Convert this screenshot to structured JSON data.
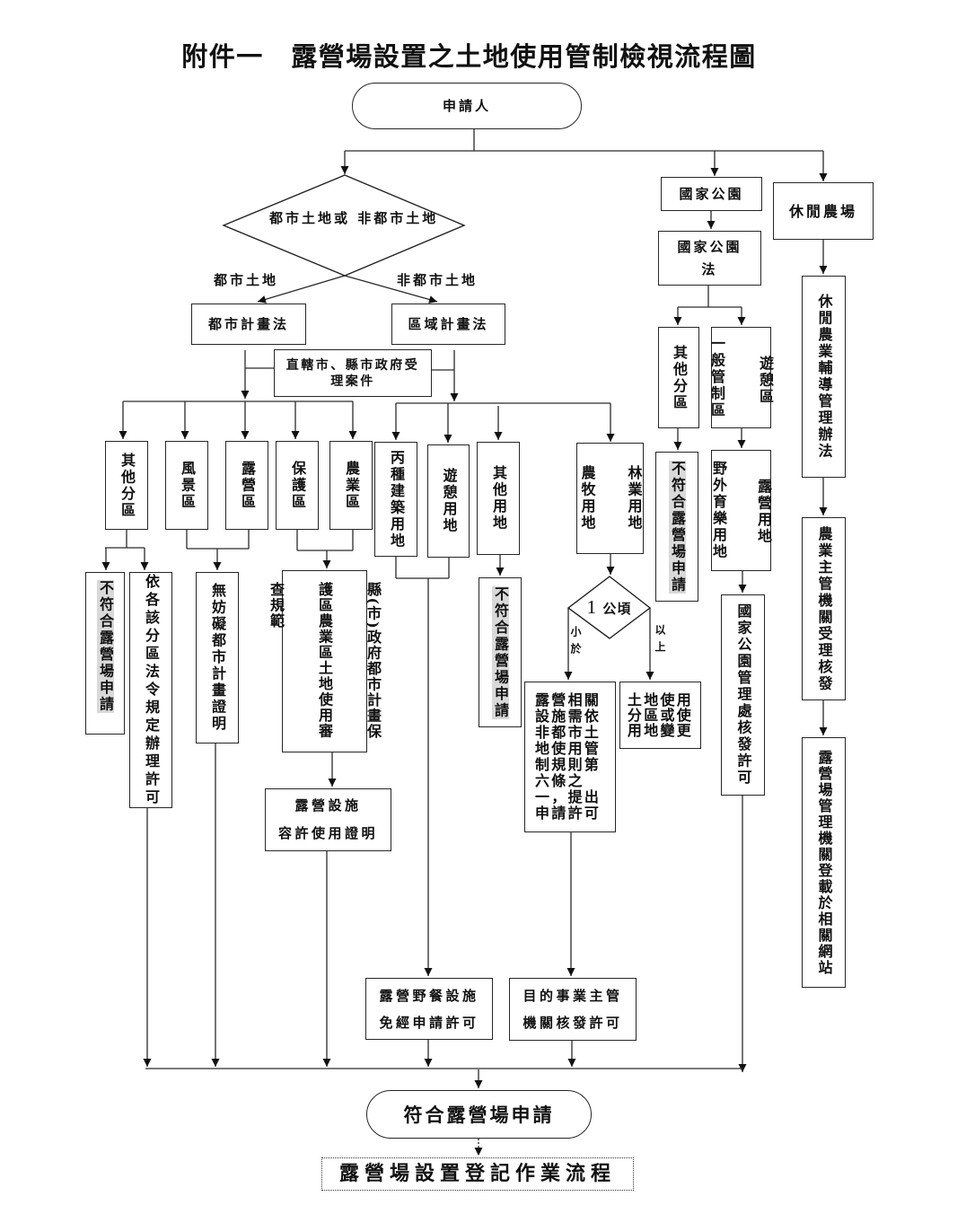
{
  "title": "附件一　露營場設置之土地使用管制檢視流程圖",
  "start": "申請人",
  "land_decision": {
    "question": "都市土地或\n非都市土地",
    "urban_branch": "都市土地",
    "nonurban_branch": "非都市土地"
  },
  "local_gov_review": "直轄市、縣市政府受\n理案件",
  "urban": {
    "law": "都市計畫法",
    "zones": [
      "其他分區",
      "風景區",
      "露營區",
      "保護區",
      "農業區"
    ],
    "not_eligible": "不符合露營場申請",
    "other_zone_permit": "依各該分區法令規定辦理許可",
    "no_obstruction_cert": "無妨礙都市計畫證明",
    "review_standard_columns": [
      "縣(市)政府都市計畫保",
      "護區農業區土地使用審",
      "查規範"
    ],
    "facility_use_cert": "露營設施\n容許使用證明"
  },
  "nonurban": {
    "law": "區域計畫法",
    "lands": [
      "丙種建築用地",
      "遊憩用地",
      "其他用地"
    ],
    "forest_farm_columns": [
      "林業用地",
      "農牧用地"
    ],
    "not_eligible": "不符合露營場申請",
    "area_threshold": {
      "value": "1",
      "unit": "公頃",
      "below_label": "小於",
      "above_label": "以上"
    },
    "below_outcome": "露營相關\n設施需依\n非都市土\n地使用管\n制規則第\n六條之\n一，提出\n申請許可",
    "above_outcome": "土地使用\n分區或使\n用地變更",
    "picnic_exempt": "露營野餐設施\n免經申請許可",
    "authority_permit": "目的事業主管\n機關核發許可"
  },
  "national_park": {
    "label": "國家公園",
    "law": "國家公園法",
    "other_zone": "其他分區",
    "recreation_zone_columns": [
      "遊憩區",
      "一般管制區"
    ],
    "not_eligible": "不符合露營場申請",
    "camping_land_columns": [
      "露營用地",
      "野外育樂用地"
    ],
    "office_permit": "國家公園管理處核發許可"
  },
  "leisure_farm": {
    "label": "休閒農場",
    "regulation": "休閒農業輔導管理辦法",
    "agri_authority": "農業主管機關受理核發",
    "registry": "露營場管理機關登載於相關網站"
  },
  "end": "符合露營場申請",
  "next_process": "露營場設置登記作業流程"
}
